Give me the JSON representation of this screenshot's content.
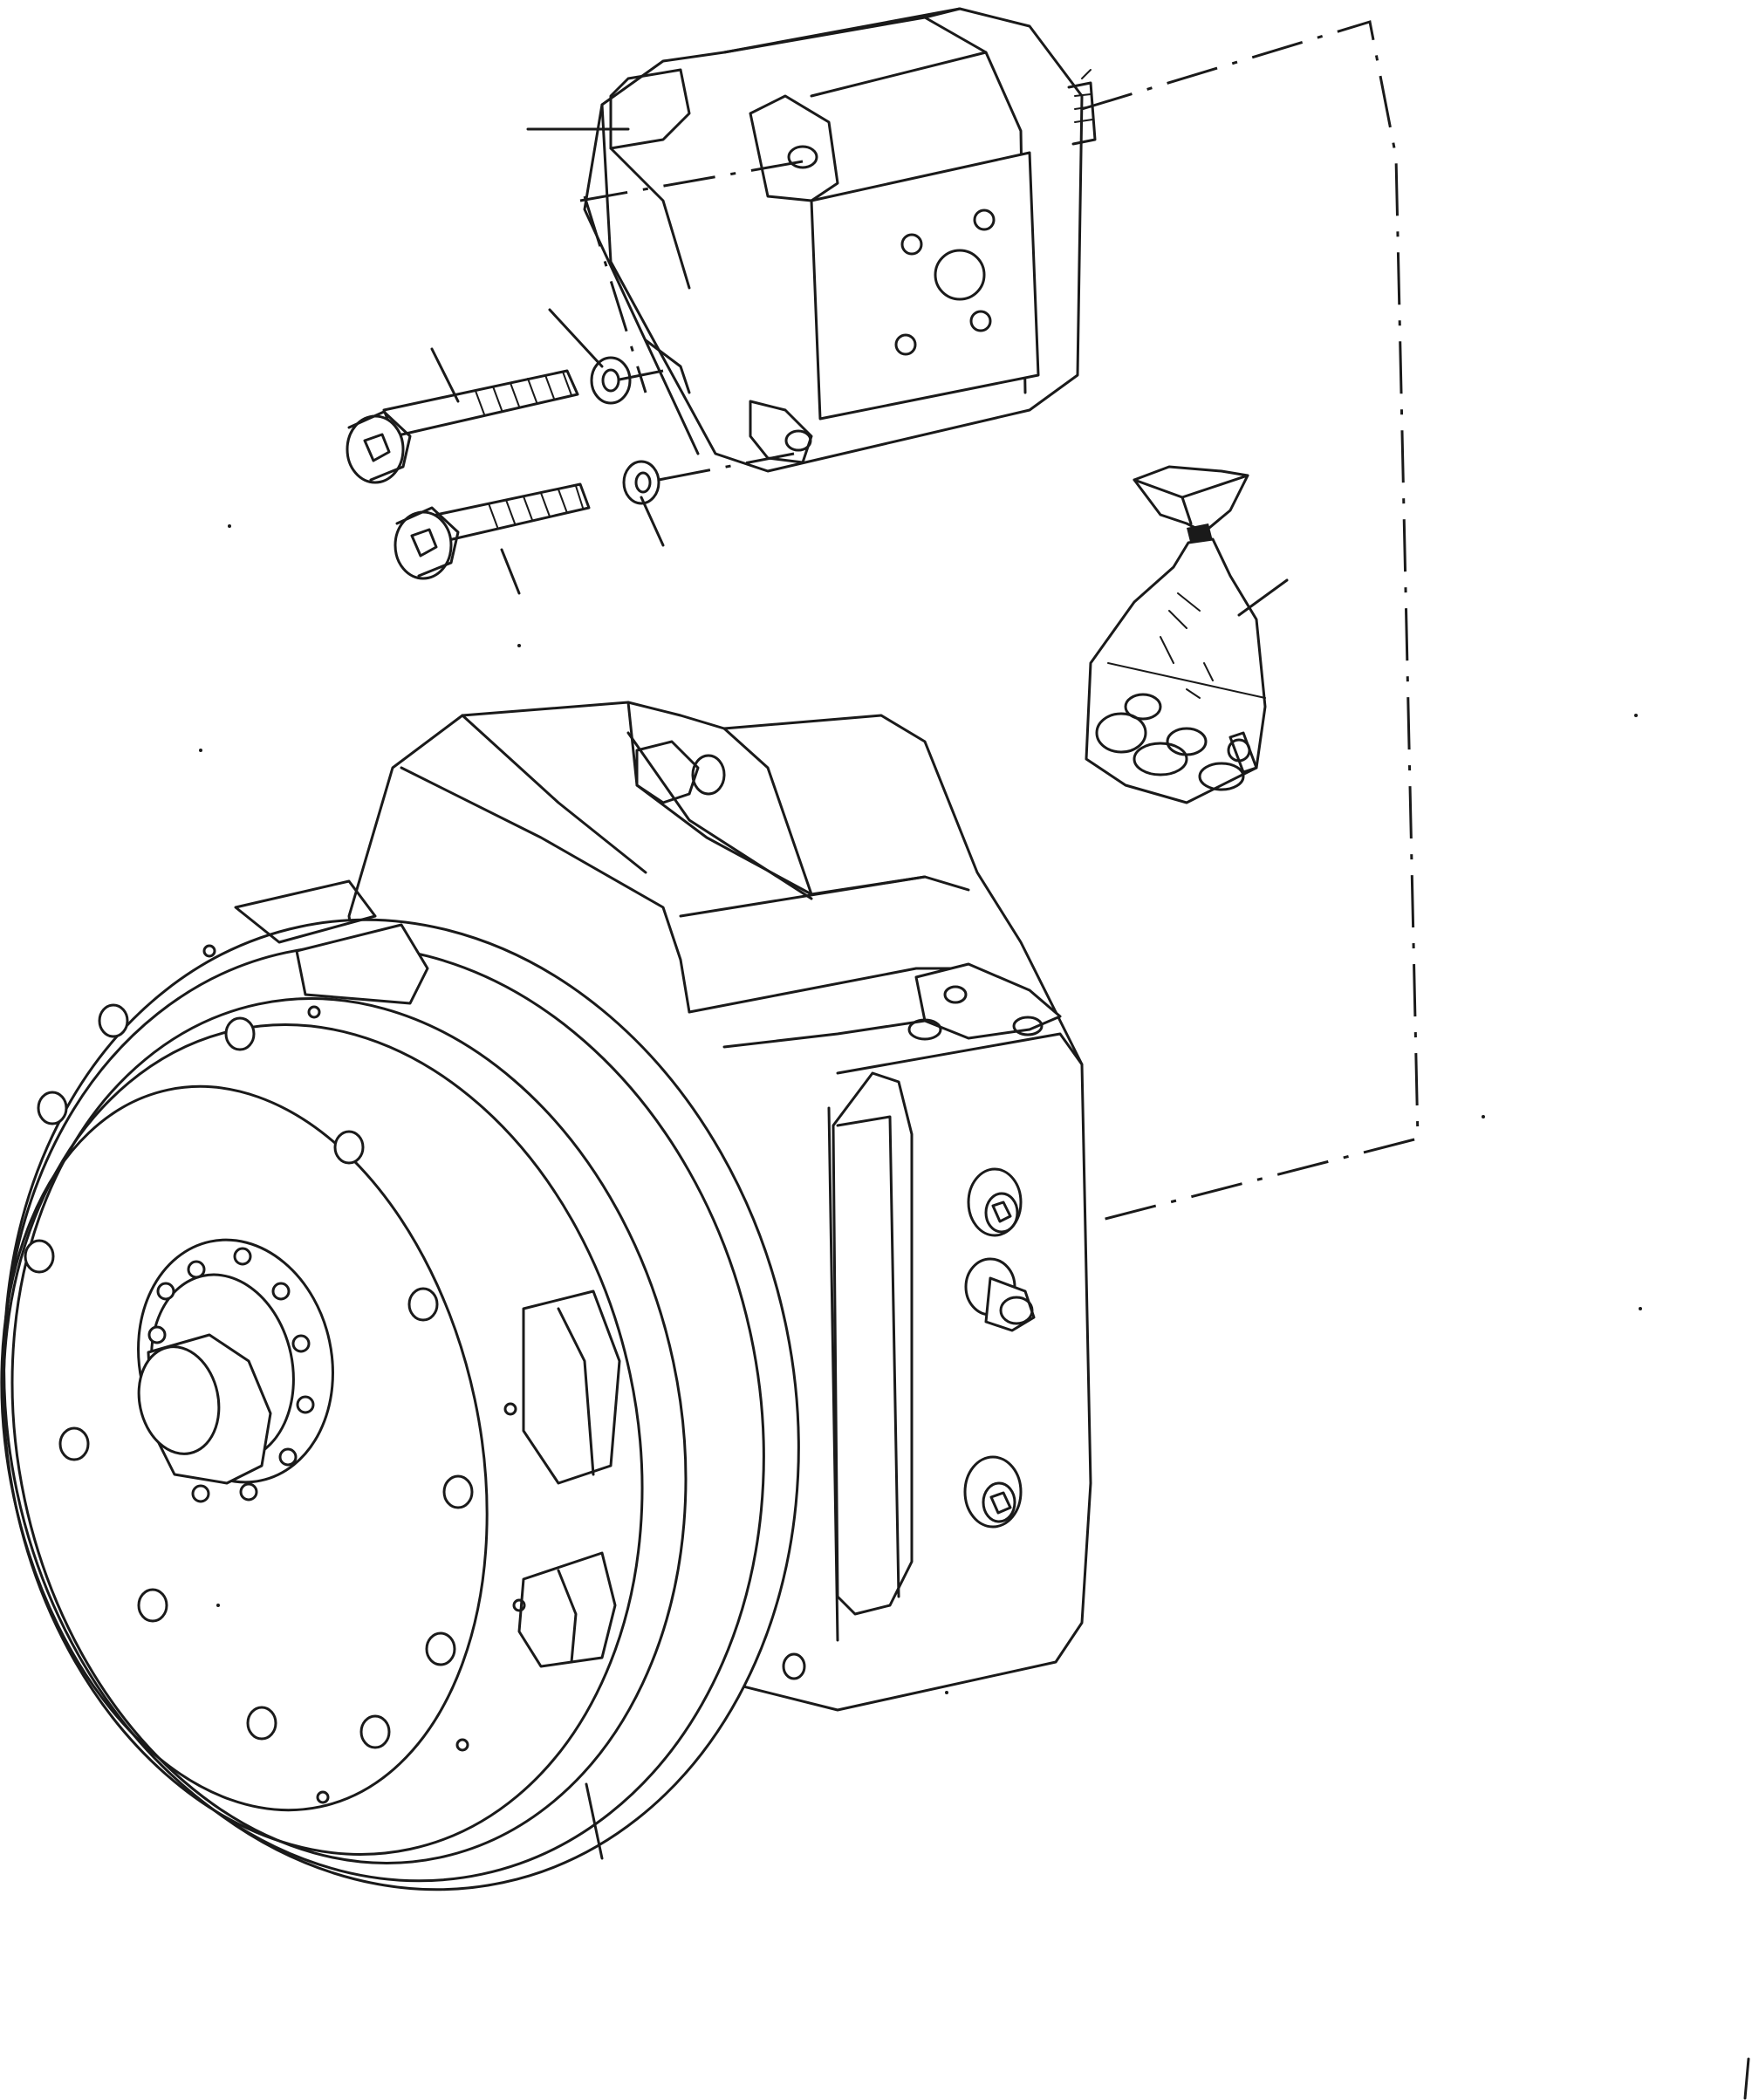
{
  "diagram": {
    "kind": "exploded-parts-drawing",
    "line_color": "#1a1a1a",
    "background": "#ffffff",
    "parts": [
      {
        "id": "hydraulic-pump",
        "icon": "gear-pump-icon"
      },
      {
        "id": "washer-upper",
        "icon": "spring-washer-icon"
      },
      {
        "id": "washer-lower",
        "icon": "spring-washer-icon"
      },
      {
        "id": "cap-screw-upper",
        "icon": "socket-head-screw-icon"
      },
      {
        "id": "cap-screw-lower",
        "icon": "socket-head-screw-icon"
      },
      {
        "id": "hardware-kit-bag",
        "icon": "parts-bag-icon"
      },
      {
        "id": "transmission-housing",
        "icon": "gearbox-housing-icon"
      }
    ]
  }
}
